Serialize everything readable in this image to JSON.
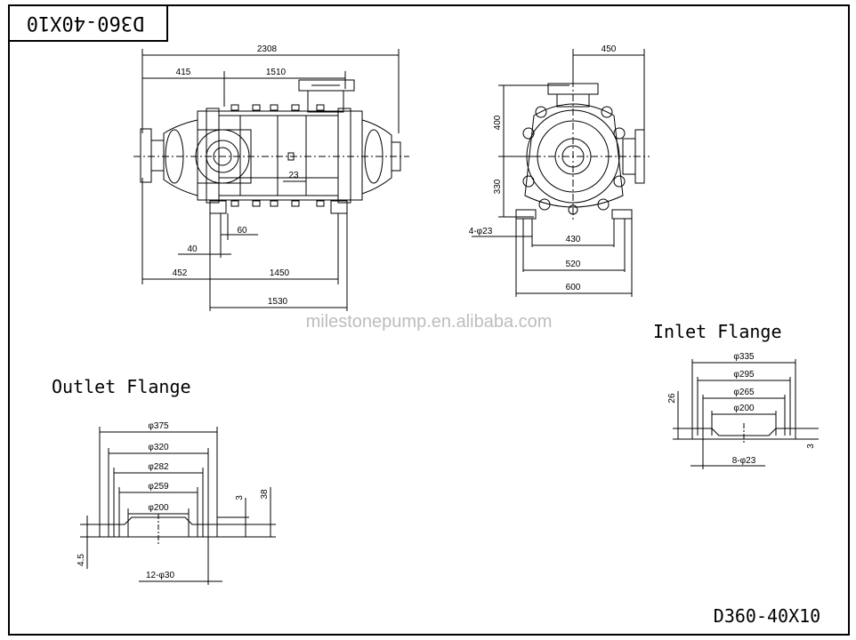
{
  "title_block": {
    "code_top_mirrored": "D360-40X10",
    "code_bottom": "D360-40X10"
  },
  "watermark": "milestonepump.en.alibaba.com",
  "side_view_dims": {
    "overall": "2308",
    "left": "415",
    "mid": "1510",
    "d23": "23",
    "d60": "60",
    "d40": "40",
    "d452": "452",
    "d1450": "1450",
    "d1530": "1530"
  },
  "end_view_dims": {
    "top": "450",
    "h400": "400",
    "h330": "330",
    "holes": "4-φ23",
    "w430": "430",
    "w520": "520",
    "w600": "600"
  },
  "inlet_flange": {
    "title": "Inlet Flange",
    "d1": "φ335",
    "d2": "φ295",
    "d3": "φ265",
    "d4": "φ200",
    "h26": "26",
    "t3": "3",
    "holes": "8-φ23"
  },
  "outlet_flange": {
    "title": "Outlet Flange",
    "d1": "φ375",
    "d2": "φ320",
    "d3": "φ282",
    "d4": "φ259",
    "d5": "φ200",
    "t3": "3",
    "h38": "38",
    "h45": "4.5",
    "holes": "12-φ30"
  }
}
